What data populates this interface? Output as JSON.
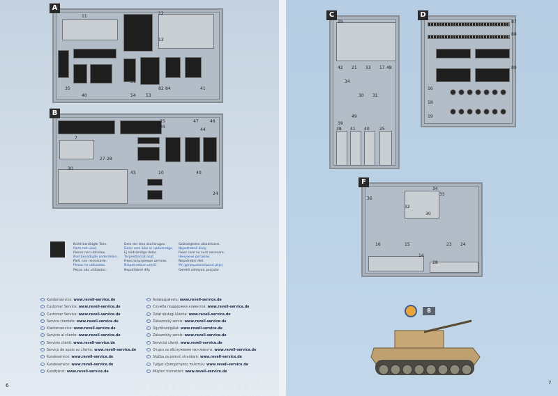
{
  "sprues": {
    "a": {
      "letter": "A",
      "numbers": [
        "11",
        "12",
        "13",
        "31",
        "40",
        "54",
        "53",
        "82",
        "84",
        "41",
        "35"
      ]
    },
    "b": {
      "letter": "B",
      "numbers": [
        "7",
        "27",
        "28",
        "25",
        "26",
        "44",
        "47",
        "46",
        "30",
        "10",
        "40",
        "43",
        "24"
      ]
    },
    "c": {
      "letter": "C",
      "numbers": [
        "29",
        "42",
        "21",
        "33",
        "17",
        "48",
        "34",
        "30",
        "31",
        "49",
        "39",
        "38",
        "41",
        "40",
        "25"
      ]
    },
    "d": {
      "letter": "D",
      "numbers": [
        "87",
        "88",
        "16",
        "18",
        "89",
        "19"
      ]
    },
    "f": {
      "letter": "F",
      "numbers": [
        "34",
        "33",
        "36",
        "32",
        "30",
        "23",
        "24",
        "16",
        "15",
        "14",
        "28"
      ]
    }
  },
  "legend": {
    "col1": [
      "Nicht benötigte Teile.",
      "Parts not used.",
      "Pièces non utilisées.",
      "Niet benodigde onderdelen.",
      "Parti non necessarie.",
      "Piezas no utilizadas.",
      "Peças não utilizadas."
    ],
    "col2": [
      "Dele der ikke skal bruges.",
      "Deler som ikke er nødvendige.",
      "Ej nödvändiga delar.",
      "Tarpeettomat osat.",
      "Неиспользуемые детали.",
      "Niepotrzebne części.",
      "Nepotřebné díly."
    ],
    "col3": [
      "Szükségtelen alkatrészek.",
      "Nepotrebné diely.",
      "Piese care nu sunt necesare.",
      "Ненужни детайли.",
      "Nepotrebni deli.",
      "Μη χρησιμοποιούμενα μέρη.",
      "Gerekli olmayan parçalar."
    ]
  },
  "service": {
    "url": "www.revell-service.de",
    "left": [
      "Kundenservice:",
      "Customer Service:",
      "Customer Service:",
      "Service clientèle:",
      "Klantenservice:",
      "Servicio al cliente:",
      "Servizio clienti:",
      "Serviço de apoio ao cliente:",
      "Kundeservice:",
      "Kundeservice:",
      "Kundtjänst:"
    ],
    "right": [
      "Asiakaspalvelu:",
      "Служба поддержки клиентов:",
      "Dział obsługi klienta:",
      "Zákaznický servis:",
      "Ügyfélszolgálat:",
      "Zákaznícky servis:",
      "Serviciul clienți:",
      "Отдел за обслужване на клиенти:",
      "Služba za pomoč strankam:",
      "Τμήμα εξυπηρέτησης πελατών:",
      "Müşteri hizmetleri:"
    ]
  },
  "step_badge": "8",
  "page_left": "6",
  "page_right": "7",
  "colors": {
    "page_left": "#d6e0ea",
    "page_right": "#bcd2e6",
    "tank": "#c9a878"
  }
}
